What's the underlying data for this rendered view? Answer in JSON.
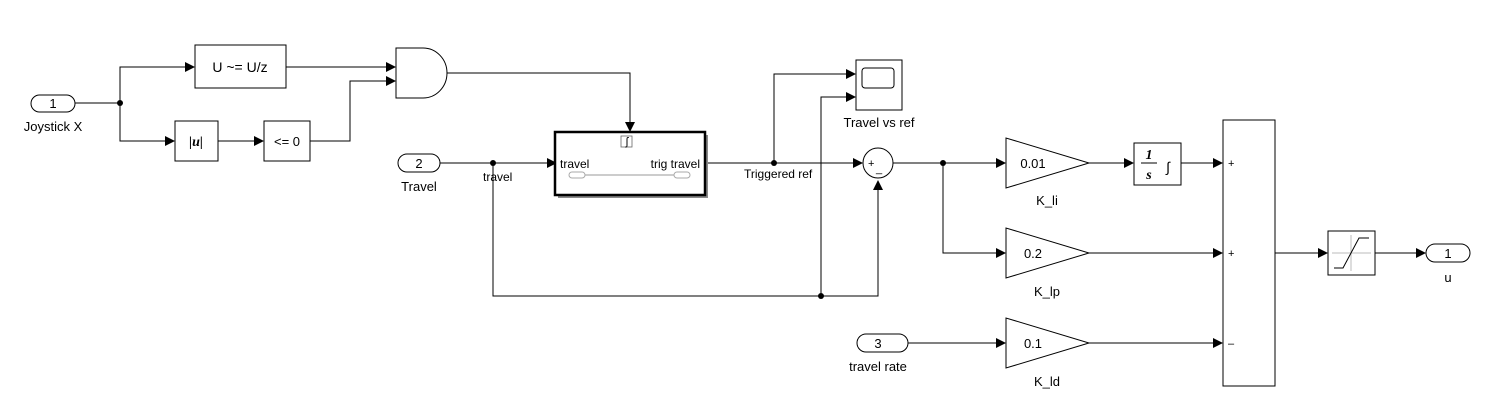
{
  "inports": {
    "joystick_x": {
      "number": "1",
      "label": "Joystick X"
    },
    "travel": {
      "number": "2",
      "label": "Travel"
    },
    "travel_rate": {
      "number": "3",
      "label": "travel rate"
    }
  },
  "outports": {
    "u": {
      "number": "1",
      "label": "u"
    }
  },
  "blocks": {
    "change_detect": {
      "text": "U ~= U/z"
    },
    "abs": {
      "text": "|u|"
    },
    "compare": {
      "text": "<= 0"
    },
    "subsystem": {
      "in_port": "travel",
      "out_port": "trig travel",
      "trigger_symbol": "ʃ"
    },
    "scope": {
      "label": "Travel vs ref"
    },
    "sum1": {
      "signs": [
        "+",
        "_"
      ]
    },
    "gain_li": {
      "value": "0.01",
      "label": "K_li"
    },
    "gain_lp": {
      "value": "0.2",
      "label": "K_lp"
    },
    "gain_ld": {
      "value": "0.1",
      "label": "K_ld"
    },
    "integrator": {
      "num": "1",
      "den": "s",
      "symbol": "∫"
    },
    "sum2": {
      "signs": [
        "+",
        "+",
        "–"
      ]
    }
  },
  "signals": {
    "travel": "travel",
    "triggered_ref": "Triggered ref"
  }
}
